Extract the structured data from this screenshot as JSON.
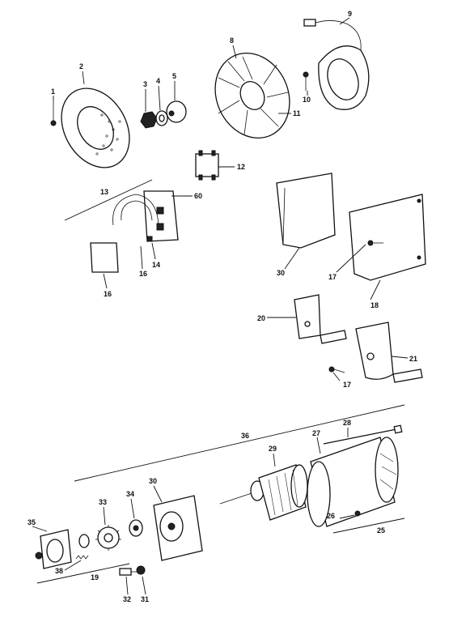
{
  "callouts": {
    "c1": "1",
    "c2": "2",
    "c3": "3",
    "c4": "4",
    "c5": "5",
    "c8": "8",
    "c9": "9",
    "c10": "10",
    "c11": "11",
    "c12": "12",
    "c13": "13",
    "c60": "60",
    "c14": "14",
    "c16a": "16",
    "c16b": "16",
    "c30a": "30",
    "c17a": "17",
    "c18": "18",
    "c20": "20",
    "c21": "21",
    "c17b": "17",
    "c36": "36",
    "c28": "28",
    "c29": "29",
    "c27": "27",
    "c26": "26",
    "c25": "25",
    "c35": "35",
    "c33": "33",
    "c34": "34",
    "c30b": "30",
    "c38": "38",
    "c19": "19",
    "c32": "32",
    "c31": "31"
  }
}
